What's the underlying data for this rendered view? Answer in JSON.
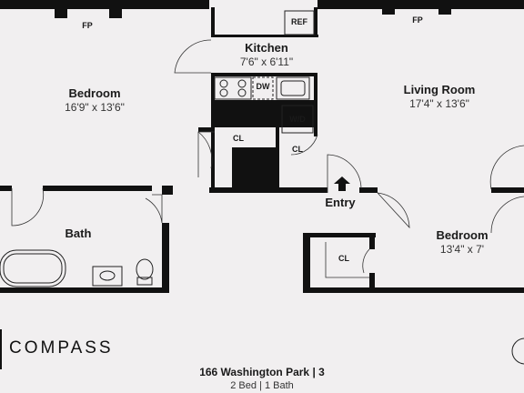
{
  "rooms": {
    "bedroom_left": {
      "name": "Bedroom",
      "dims": "16'9\" x 13'6\""
    },
    "kitchen": {
      "name": "Kitchen",
      "dims": "7'6\" x 6'11\""
    },
    "living": {
      "name": "Living Room",
      "dims": "17'4\" x 13'6\""
    },
    "bath": {
      "name": "Bath"
    },
    "bedroom_right": {
      "name": "Bedroom",
      "dims": "13'4\" x 7'"
    },
    "entry": {
      "name": "Entry"
    }
  },
  "labels": {
    "fp_left": "FP",
    "fp_right": "FP",
    "ref": "REF",
    "dw": "DW",
    "wd": "W/D",
    "cl_center": "CL",
    "cl_right": "CL",
    "cl_bedroom": "CL"
  },
  "brand": {
    "name": "COMPASS"
  },
  "listing": {
    "address": "166 Washington Park | 3",
    "summary": "2 Bed | 1 Bath"
  },
  "colors": {
    "wall": "#111111",
    "background": "#f1eff0"
  }
}
